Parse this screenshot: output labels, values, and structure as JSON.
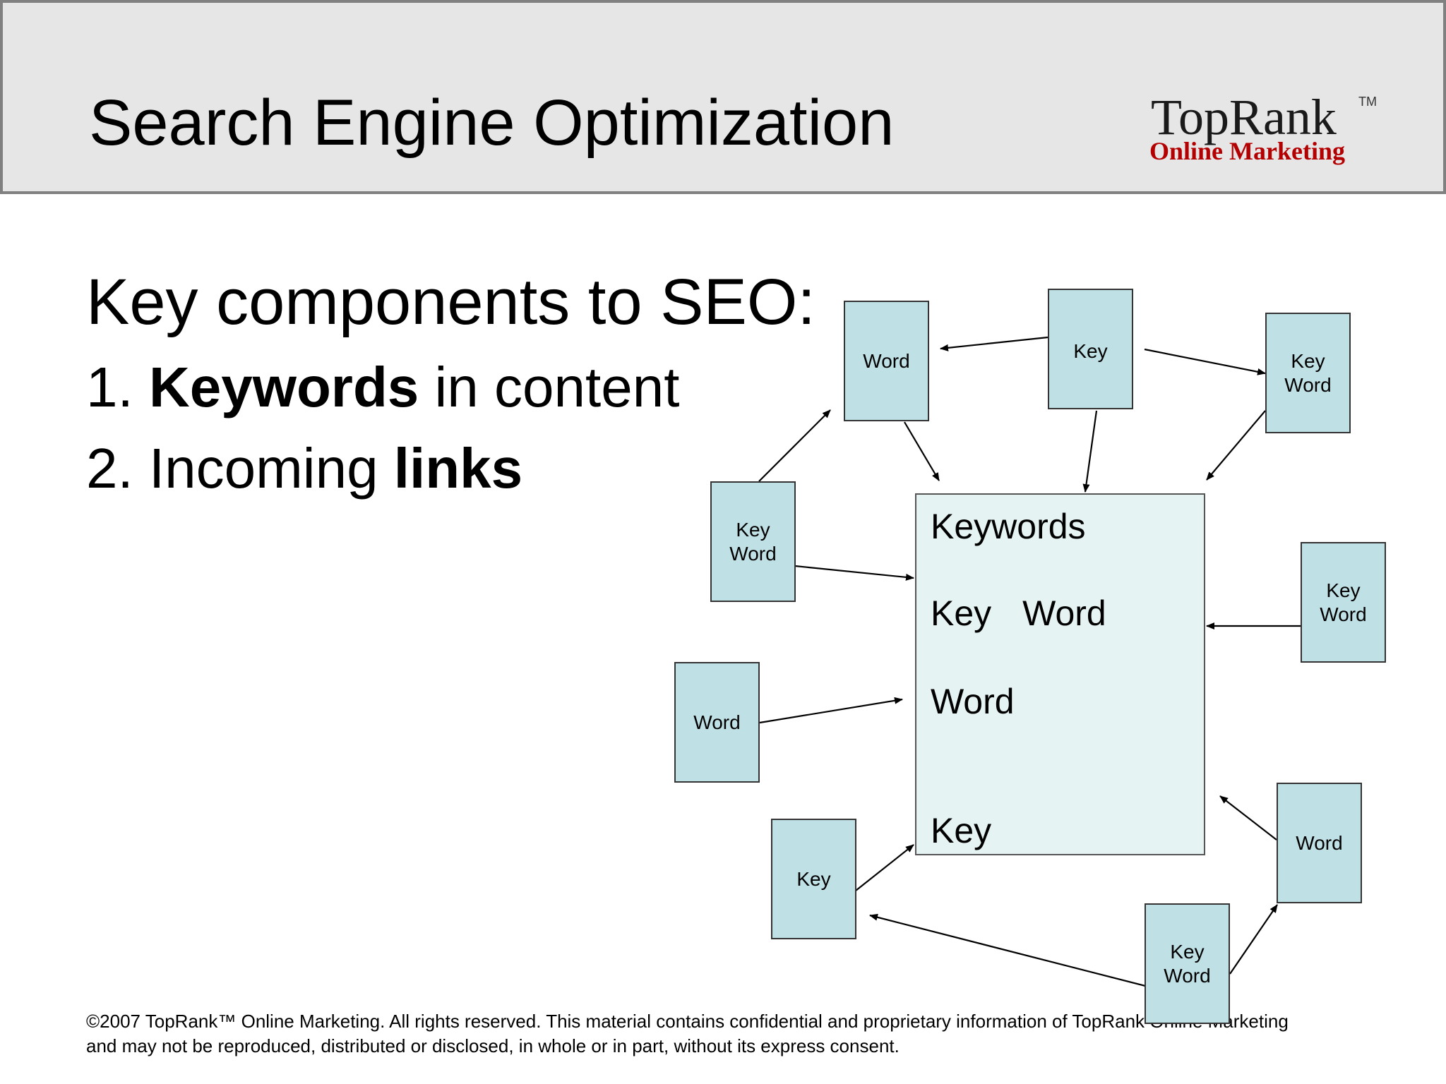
{
  "header": {
    "title": "Search Engine Optimization",
    "logo": {
      "brand": "TopRank",
      "tm": "TM",
      "tagline": "Online Marketing"
    }
  },
  "content": {
    "heading": "Key components to SEO:",
    "list": [
      {
        "number": "1.",
        "bold": "Keywords",
        "rest": " in content"
      },
      {
        "number": "2.",
        "plain": "Incoming ",
        "bold": "links"
      }
    ]
  },
  "diagram": {
    "main_box": {
      "lines": [
        "Keywords",
        "Key",
        "Word",
        "Word",
        "Key"
      ]
    },
    "boxes": [
      {
        "id": "b1",
        "lines": [
          "Word"
        ]
      },
      {
        "id": "b2",
        "lines": [
          "Key"
        ]
      },
      {
        "id": "b3",
        "lines": [
          "Key",
          "Word"
        ]
      },
      {
        "id": "b4",
        "lines": [
          "Key",
          "Word"
        ]
      },
      {
        "id": "b5",
        "lines": [
          "Key",
          "Word"
        ]
      },
      {
        "id": "b6",
        "lines": [
          "Word"
        ]
      },
      {
        "id": "b7",
        "lines": [
          "Key"
        ]
      },
      {
        "id": "b8",
        "lines": [
          "Word"
        ]
      },
      {
        "id": "b9",
        "lines": [
          "Key",
          "Word"
        ]
      }
    ]
  },
  "footer": {
    "text": "©2007 TopRank™ Online Marketing. All rights reserved. This material contains confidential and proprietary information of TopRank Online Marketing and may not be reproduced, distributed or disclosed, in whole or in part, without its express consent."
  },
  "colors": {
    "header_bg": "#e6e6e6",
    "box_fill": "#bfe1e6",
    "main_box_fill": "#e6f3f3",
    "logo_red": "#b40000"
  }
}
